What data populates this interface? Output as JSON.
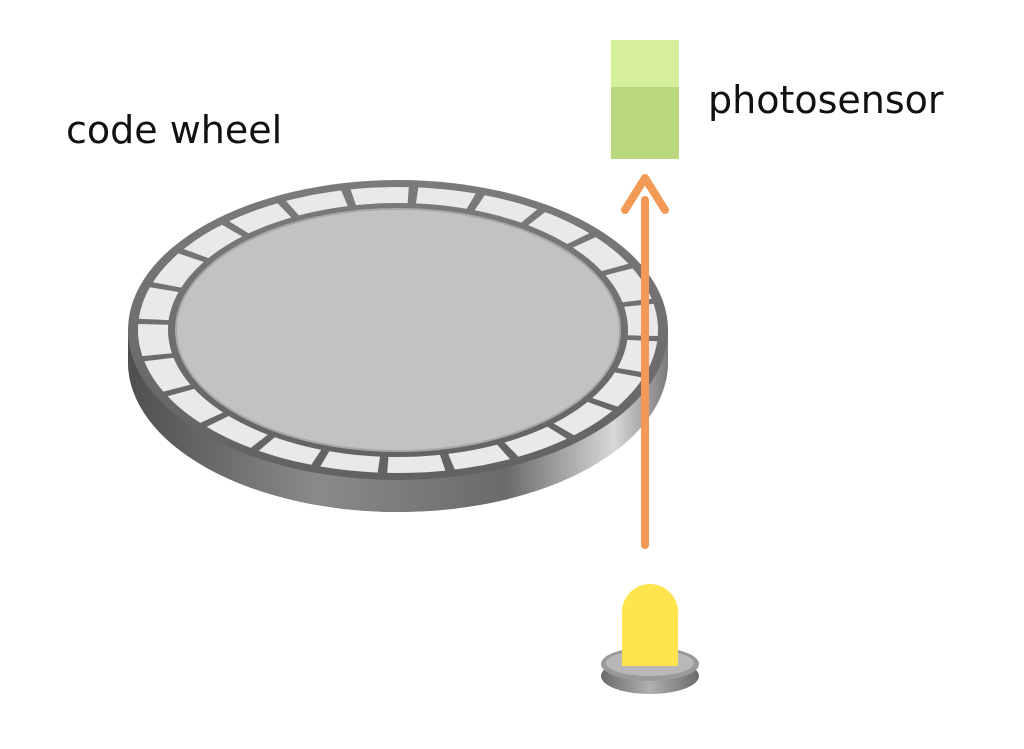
{
  "labels": {
    "code_wheel": "code wheel",
    "photosensor": "photosensor"
  },
  "colors": {
    "wheel_face": "#c2c2c2",
    "wheel_ring": "#6f6f6f",
    "wheel_slot": "#e9e9e9",
    "wheel_edge_dark": "#5a5a5a",
    "wheel_edge_light": "#dcdcdc",
    "sensor_top": "#d6ef9a",
    "sensor_front": "#b9d77e",
    "beam": "#f29a55",
    "led_body": "#ffe44d",
    "led_base": "#8a8a8a"
  },
  "wheel": {
    "slot_count": 24
  }
}
